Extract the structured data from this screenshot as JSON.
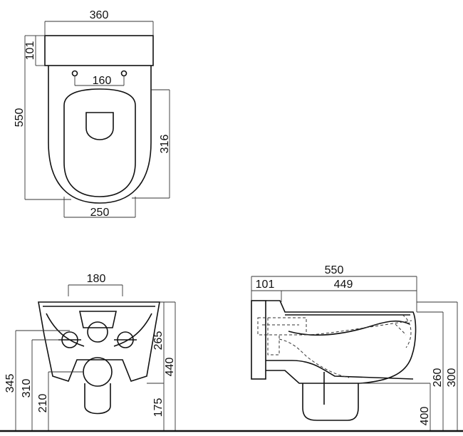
{
  "top_view": {
    "dims": {
      "width": "360",
      "rim_depth": "101",
      "bolt_spacing": "160",
      "length": "550",
      "bowl_length": "316",
      "bowl_width": "250"
    }
  },
  "front_view": {
    "dims": {
      "top_width": "180",
      "height_345": "345",
      "height_310": "310",
      "height_210": "210",
      "height_265": "265",
      "height_440": "440",
      "height_175": "175"
    }
  },
  "side_view": {
    "dims": {
      "total_length": "550",
      "rear": "101",
      "front": "449",
      "height_260": "260",
      "height_300": "300",
      "height_400": "400"
    }
  }
}
